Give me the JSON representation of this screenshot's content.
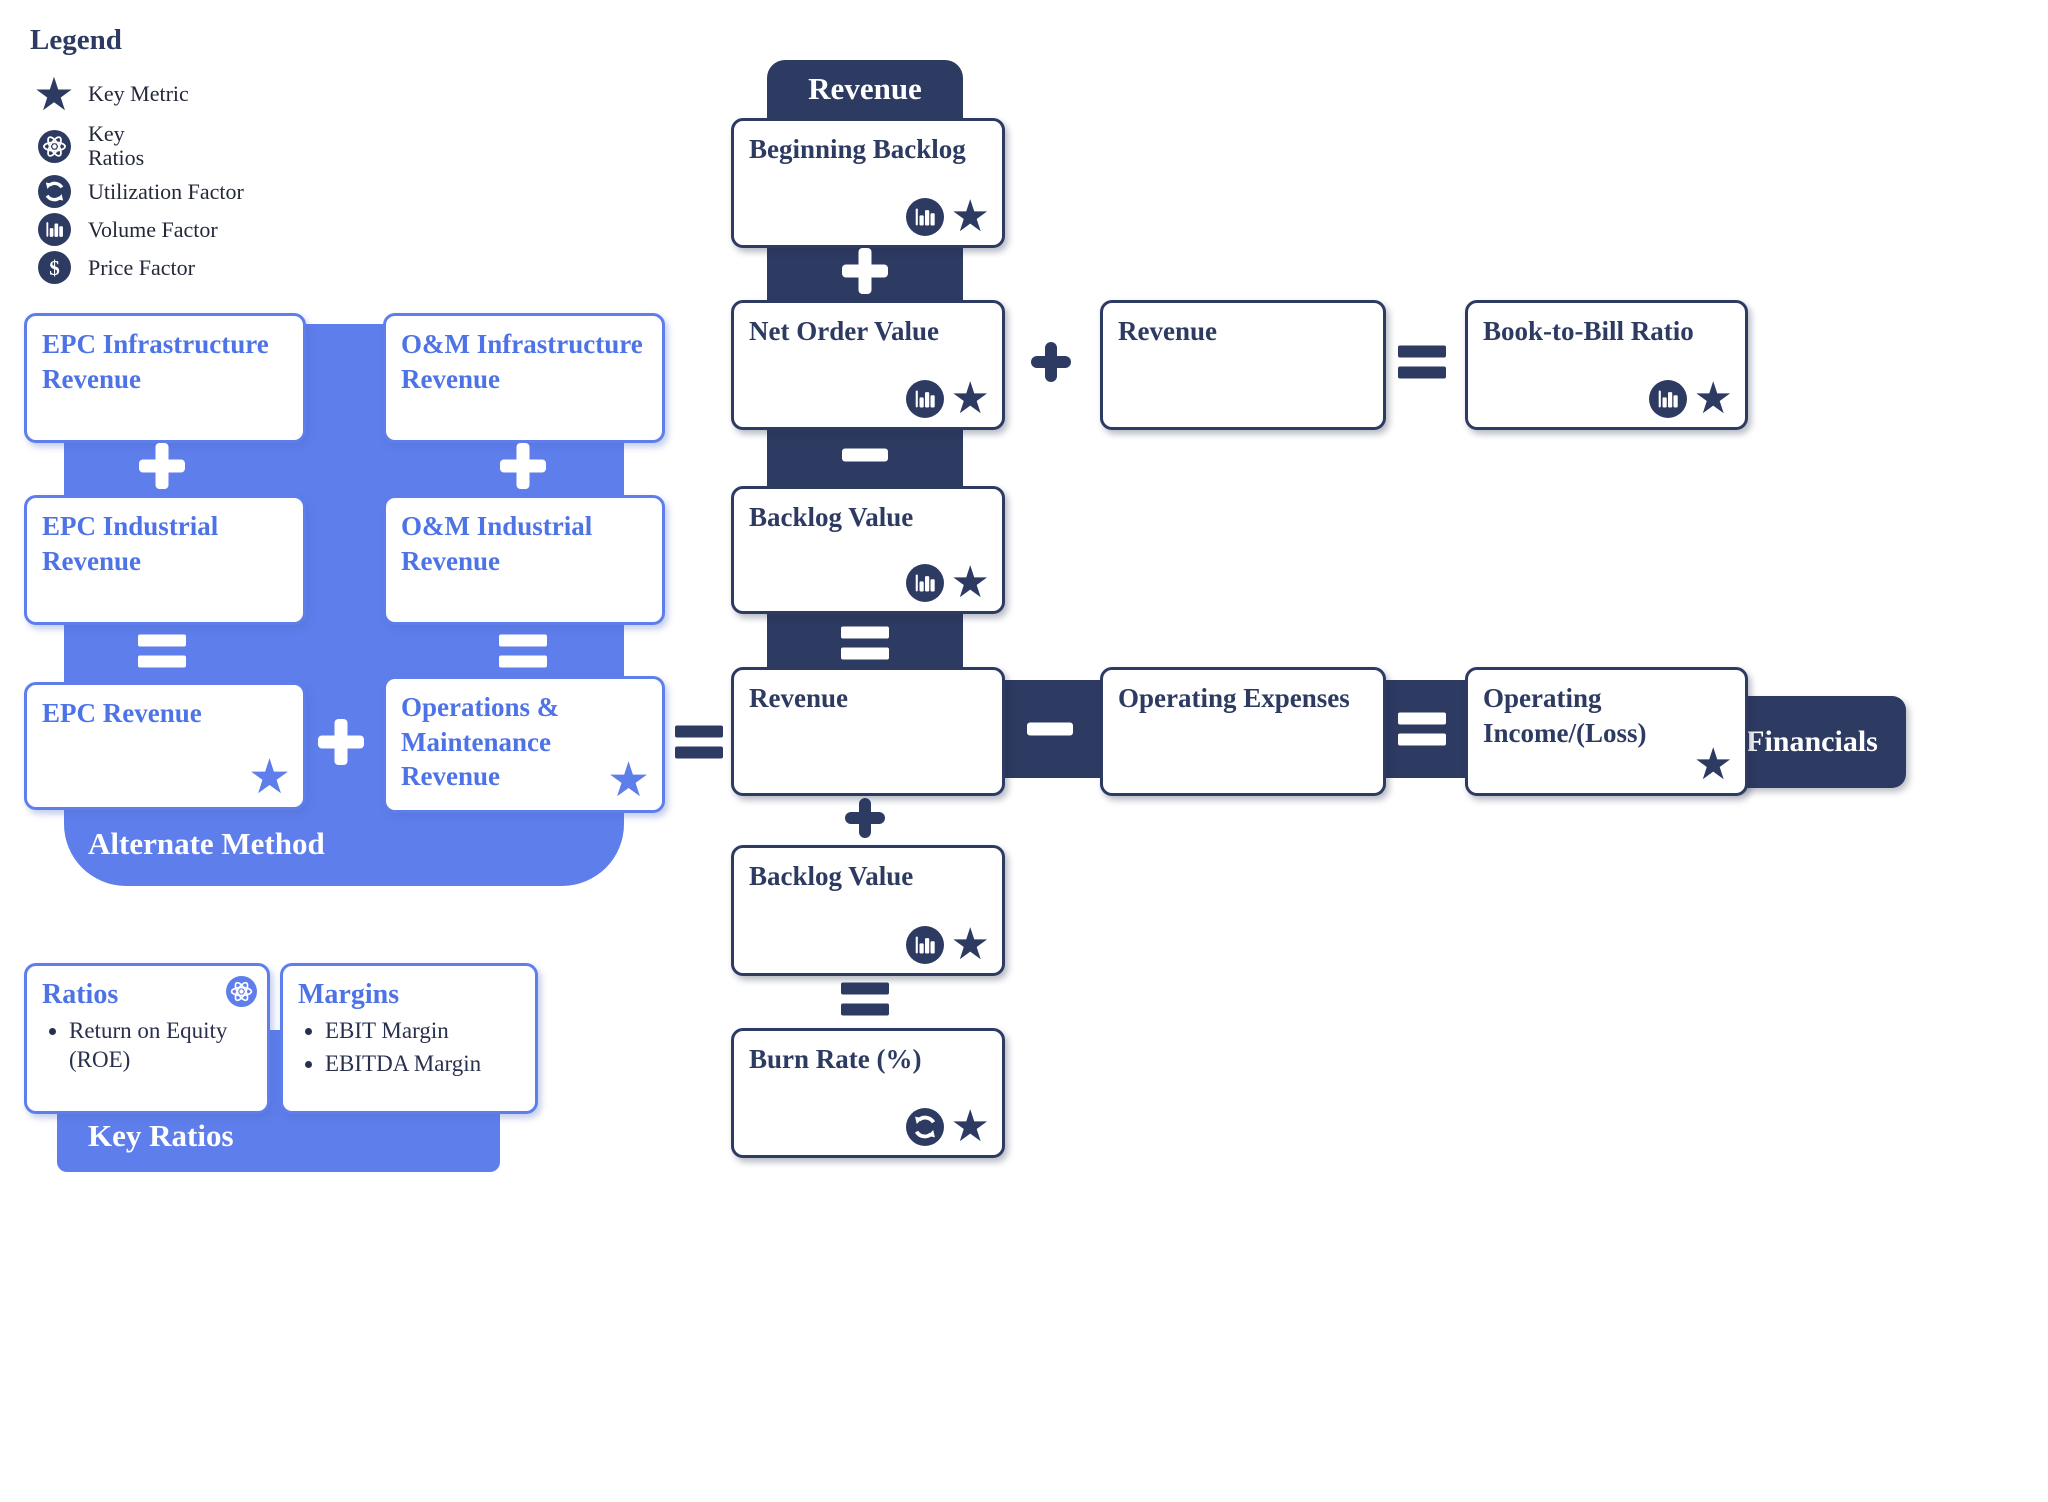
{
  "colors": {
    "navy": "#2d3a62",
    "blue": "#5e7eeb",
    "blue_text": "#4d73e6"
  },
  "legend": {
    "title": "Legend",
    "items": [
      {
        "icon": "key-metric-star-icon",
        "label": "Key Metric"
      },
      {
        "icon": "key-ratios-atom-icon",
        "label": "Key Ratios"
      },
      {
        "icon": "utilization-factor-icon",
        "label": "Utilization Factor"
      },
      {
        "icon": "volume-factor-icon",
        "label": "Volume Factor"
      },
      {
        "icon": "price-factor-icon",
        "label": "Price Factor"
      }
    ]
  },
  "alternate_method": {
    "footer_label": "Alternate Method",
    "boxes": {
      "epc_infrastructure": {
        "title": "EPC Infrastructure Revenue"
      },
      "om_infrastructure": {
        "title": "O&M Infrastructure Revenue"
      },
      "epc_industrial": {
        "title": "EPC Industrial Revenue"
      },
      "om_industrial": {
        "title": "O&M Industrial Revenue"
      },
      "epc_revenue": {
        "title": "EPC Revenue",
        "icons": [
          "key-metric-star-icon"
        ]
      },
      "om_revenue": {
        "title": "Operations & Maintenance Revenue",
        "icons": [
          "key-metric-star-icon"
        ]
      }
    },
    "operators": [
      "plus",
      "plus",
      "equals",
      "equals",
      "plus",
      "equals-to-revenue"
    ]
  },
  "revenue_flow": {
    "header": "Revenue",
    "boxes": [
      {
        "title": "Beginning Backlog",
        "icons": [
          "volume-factor-icon",
          "key-metric-star-icon"
        ]
      },
      {
        "title": "Net Order Value",
        "icons": [
          "volume-factor-icon",
          "key-metric-star-icon"
        ]
      },
      {
        "title": "Backlog Value",
        "icons": [
          "volume-factor-icon",
          "key-metric-star-icon"
        ]
      },
      {
        "title": "Revenue",
        "icons": []
      },
      {
        "title": "Backlog Value",
        "icons": [
          "volume-factor-icon",
          "key-metric-star-icon"
        ]
      },
      {
        "title": "Burn Rate (%)",
        "icons": [
          "utilization-factor-icon",
          "key-metric-star-icon"
        ]
      }
    ],
    "operators": [
      "plus",
      "minus",
      "equals",
      "plus",
      "equals"
    ]
  },
  "book_to_bill_row": {
    "operator_1": "plus",
    "revenue_box": {
      "title": "Revenue"
    },
    "operator_2": "equals",
    "ratio_box": {
      "title": "Book-to-Bill Ratio",
      "icons": [
        "volume-factor-icon",
        "key-metric-star-icon"
      ]
    }
  },
  "financials_row": {
    "operator_1": "minus",
    "operating_expenses_box": {
      "title": "Operating Expenses"
    },
    "operator_2": "equals",
    "operating_income_box": {
      "title": "Operating Income/(Loss)",
      "icons": [
        "key-metric-star-icon"
      ]
    },
    "financials_label": "Financials"
  },
  "key_ratios": {
    "band_label": "Key Ratios",
    "ratios_box": {
      "title": "Ratios",
      "icon": "key-ratios-atom-icon",
      "items": [
        "Return on Equity (ROE)"
      ]
    },
    "margins_box": {
      "title": "Margins",
      "items": [
        "EBIT Margin",
        "EBITDA Margin"
      ]
    }
  }
}
